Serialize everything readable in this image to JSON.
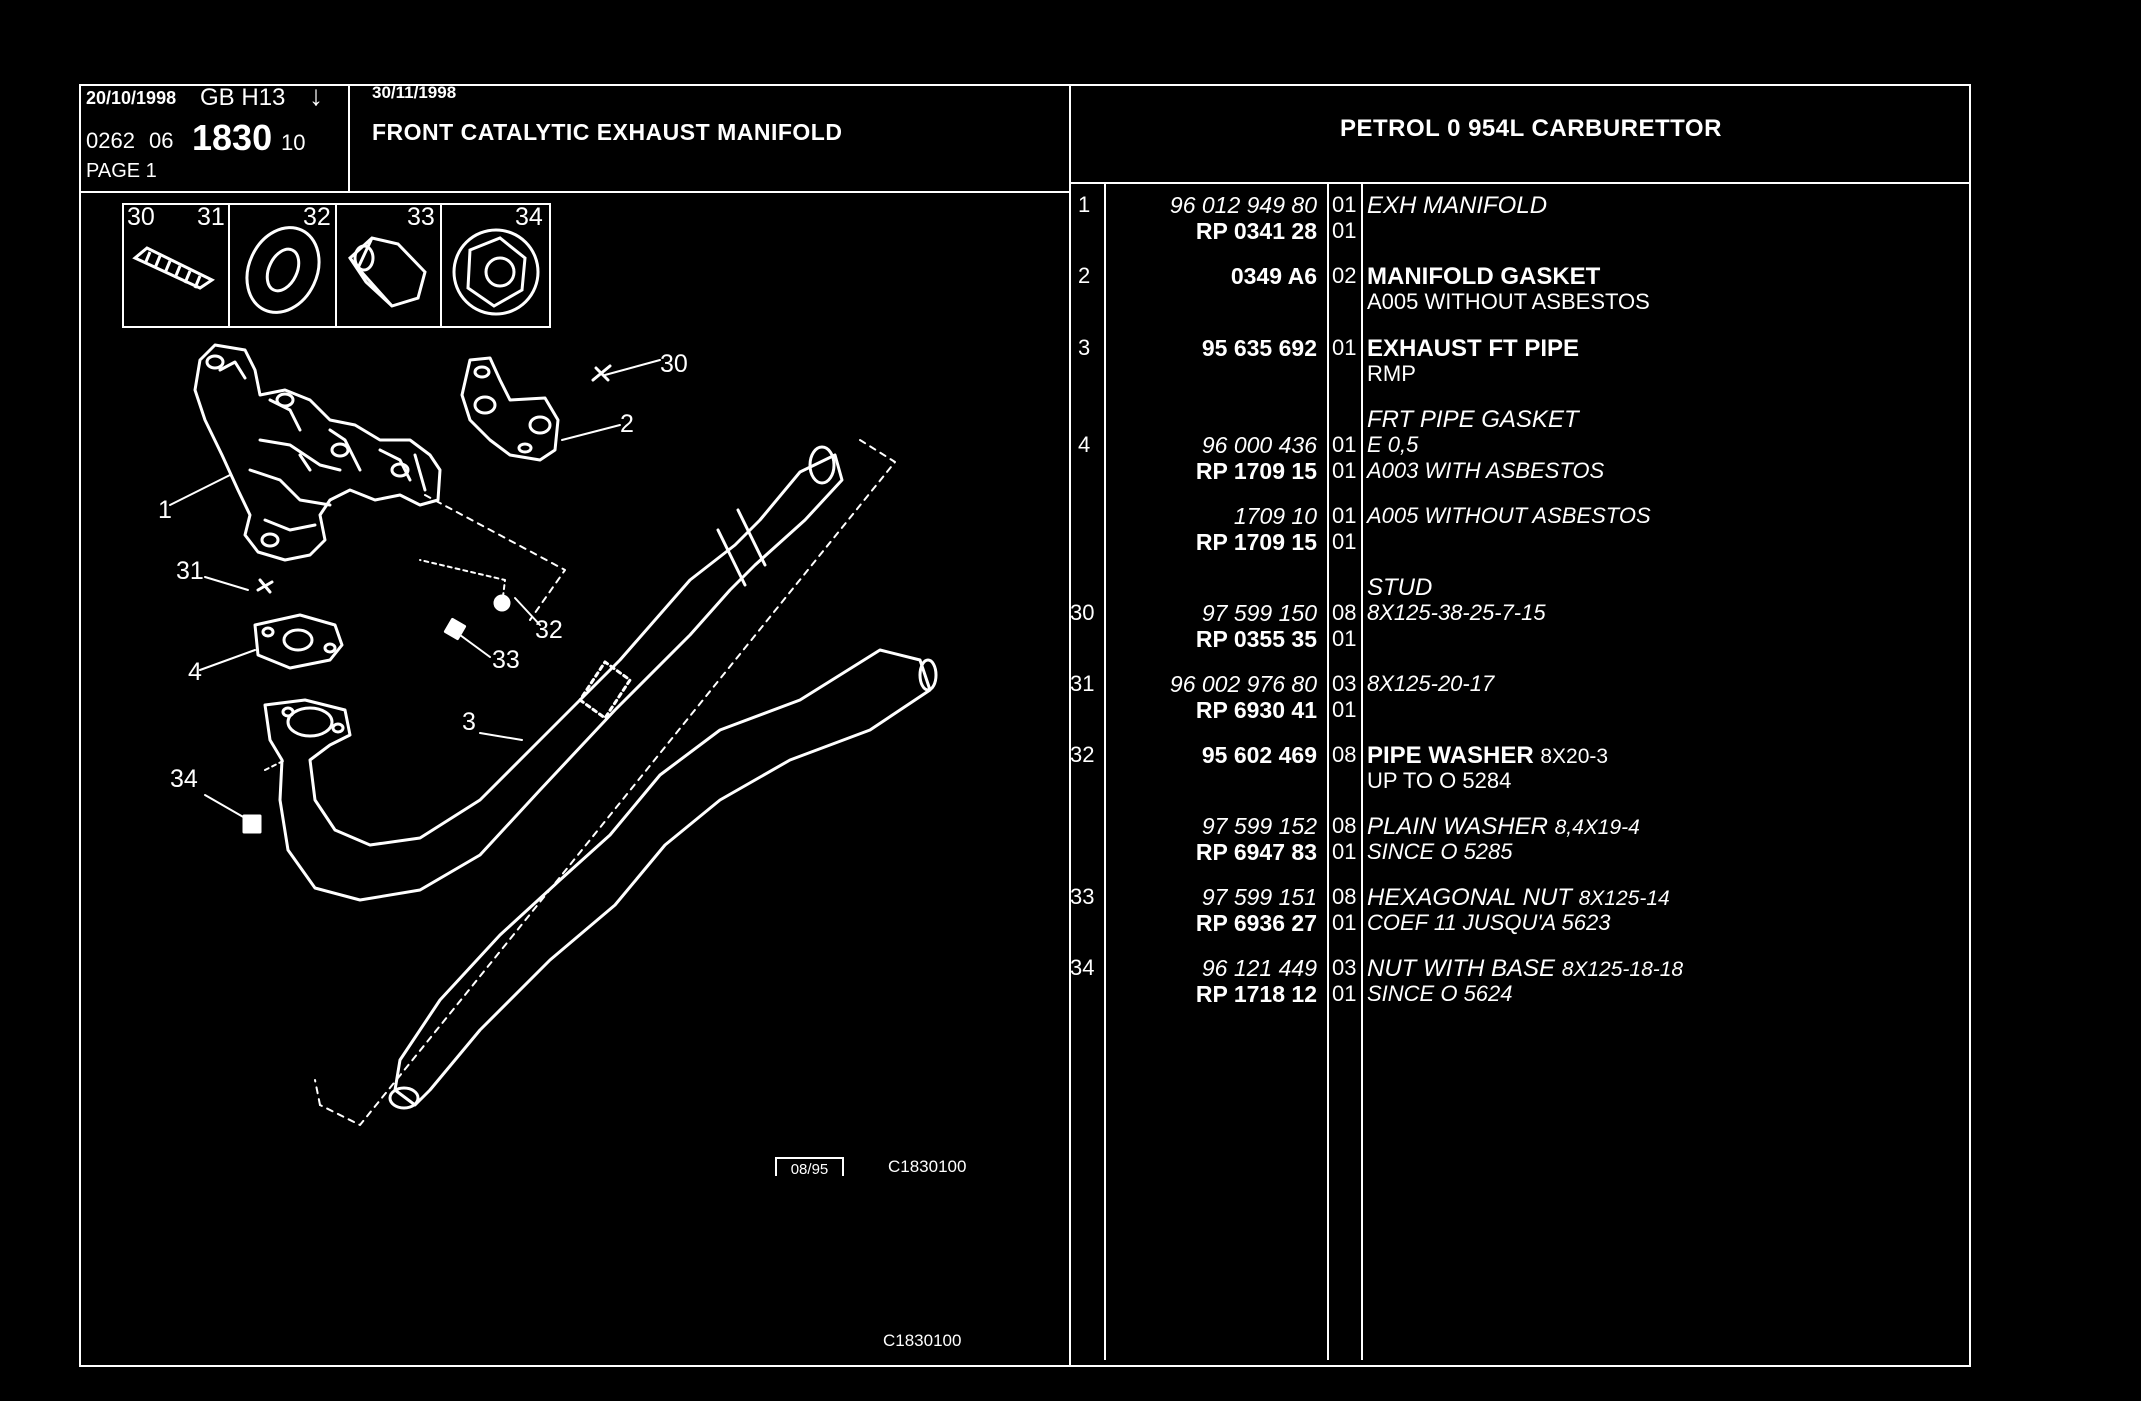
{
  "header": {
    "date": "20/10/1998",
    "lang": "GB",
    "code": "H13",
    "arrow": "↓",
    "ref1": "0262",
    "ref2": "06",
    "ref3": "1830",
    "ref4": "10",
    "page": "PAGE 1",
    "date2": "30/11/1998",
    "title": "FRONT CATALYTIC EXHAUST MANIFOLD",
    "engine": "PETROL 0 954L CARBURETTOR"
  },
  "thumbnails": [
    {
      "a": "30",
      "b": "31"
    },
    {
      "a": "32"
    },
    {
      "a": "33"
    },
    {
      "a": "34"
    }
  ],
  "callouts": {
    "c30": "30",
    "c2": "2",
    "c1": "1",
    "c31": "31",
    "c32": "32",
    "c33": "33",
    "c4": "4",
    "c3": "3",
    "c34": "34"
  },
  "footer": {
    "box": "08/95",
    "code_a": "C1830100",
    "code_b": "C1830100"
  },
  "parts": [
    {
      "idx": "1",
      "ref": "96 012 949 80",
      "qty": "01",
      "desc": "EXH MANIFOLD",
      "ref2": "RP 0341 28",
      "qty2": "01",
      "desc2": ""
    },
    {
      "idx": "2",
      "ref": "0349 A6",
      "qty": "02",
      "desc": "MANIFOLD GASKET",
      "ref2": "",
      "qty2": "",
      "desc2": "A005 WITHOUT ASBESTOS"
    },
    {
      "idx": "3",
      "ref": "95 635 692",
      "qty": "01",
      "desc": "EXHAUST FT PIPE",
      "ref2": "",
      "qty2": "",
      "desc2": "RMP"
    },
    {
      "idx": "",
      "ref": "",
      "qty": "",
      "desc": "FRT PIPE GASKET",
      "ref2": "",
      "qty2": "",
      "desc2": ""
    },
    {
      "idx": "4",
      "ref": "96 000 436",
      "qty": "01",
      "desc": "E 0,5",
      "ref2": "RP 1709 15",
      "qty2": "01",
      "desc2": "A003 WITH ASBESTOS"
    },
    {
      "idx": "",
      "ref": "1709 10",
      "qty": "01",
      "desc": "A005 WITHOUT ASBESTOS",
      "ref2": "RP 1709 15",
      "qty2": "01",
      "desc2": ""
    },
    {
      "idx": "",
      "ref": "",
      "qty": "",
      "desc": "STUD",
      "ref2": "",
      "qty2": "",
      "desc2": ""
    },
    {
      "idx": "30",
      "ref": "97 599 150",
      "qty": "08",
      "desc": "8X125-38-25-7-15",
      "ref2": "RP 0355 35",
      "qty2": "01",
      "desc2": ""
    },
    {
      "idx": "31",
      "ref": "96 002 976 80",
      "qty": "03",
      "desc": "8X125-20-17",
      "ref2": "RP 6930 41",
      "qty2": "01",
      "desc2": ""
    },
    {
      "idx": "32",
      "ref": "95 602 469",
      "qty": "08",
      "desc": "PIPE WASHER",
      "descx": "8X20-3",
      "ref2": "",
      "qty2": "",
      "desc2": "UP TO O 5284"
    },
    {
      "idx": "",
      "ref": "97 599 152",
      "qty": "08",
      "desc": "PLAIN WASHER",
      "descx": "8,4X19-4",
      "ref2": "RP 6947 83",
      "qty2": "01",
      "desc2": "SINCE O 5285"
    },
    {
      "idx": "33",
      "ref": "97 599 151",
      "qty": "08",
      "desc": "HEXAGONAL NUT",
      "descx": "8X125-14",
      "ref2": "RP 6936 27",
      "qty2": "01",
      "desc2": "COEF 11 JUSQU'A 5623"
    },
    {
      "idx": "34",
      "ref": "96 121 449",
      "qty": "03",
      "desc": "NUT WITH BASE",
      "descx": "8X125-18-18",
      "ref2": "RP 1718 12",
      "qty2": "01",
      "desc2": "SINCE O 5624"
    }
  ]
}
